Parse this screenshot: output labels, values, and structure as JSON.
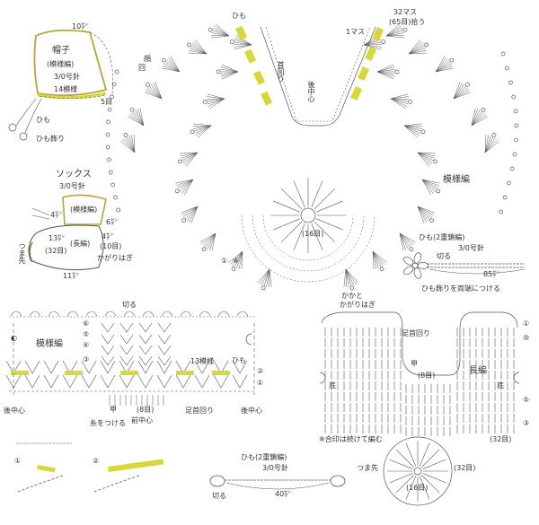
{
  "colors": {
    "line": "#555555",
    "accent": "#d8d83a",
    "bonnet_outline": "#b7a53a"
  },
  "bonnet": {
    "title": "帽子",
    "pattern": "(模様編)",
    "needle": "3/0号針",
    "repeats": "14模様",
    "top_measure": "10㌢",
    "side_measure": "5目",
    "string": "ひも",
    "string_ornament": "ひも飾り"
  },
  "socks": {
    "title": "ソックス",
    "needle": "3/0号針",
    "pattern": "(模様編)",
    "body": "(長編)",
    "length": "13㌢",
    "length_sts": "(32目)",
    "width": "4㌢",
    "width_sts": "(10目)",
    "seam": "かがりはぎ",
    "toe": "つま先",
    "bottom": "11㌢",
    "cuff_left": "4㌢",
    "cuff_right": "6㌢"
  },
  "bib": {
    "string": "ひも",
    "neckline": "首回り",
    "back_center": "後中心",
    "one_square": "1マス",
    "pickup": "32マス",
    "pickup_sts": "(65目)拾う",
    "pattern": "模様編",
    "center": "(16目)",
    "row1": "①",
    "row6": "⑥",
    "face": "顔",
    "face_circle": "回"
  },
  "flower_string": {
    "title": "ひも(2重鎖編)",
    "needle": "3/0号針",
    "cut": "切る",
    "length": "85㌢",
    "note": "ひも飾りを両端につける"
  },
  "cuff_chart": {
    "cut": "切る",
    "rows": [
      "⑥",
      "⑤",
      "④",
      "③"
    ],
    "pattern": "模様編",
    "repeats": "13模様",
    "string": "ひも",
    "row2": "②",
    "row1": "①",
    "back_center_left": "後中心",
    "back_center_right": "後中心",
    "instep": "甲",
    "instep_sts": "(8目)",
    "front_center": "前中心",
    "join": "糸をつける",
    "ankle": "足首回り",
    "half_circle": "◐"
  },
  "sole_chart": {
    "heel": "かかと",
    "seam": "かがりはぎ",
    "ankle": "足首回り",
    "instep": "甲",
    "instep_sts": "(8目)",
    "body": "長編",
    "sole_left": "底",
    "sole_right": "底",
    "row_labels": [
      "①",
      "⑩",
      "⑤",
      "③"
    ],
    "width_sts": "(32目)",
    "note": "※合印は続けて編む",
    "toe": "つま先",
    "toe_sts": "(32目)",
    "toe_center": "(16目)"
  },
  "steps": {
    "step1": "①",
    "step2": "②"
  },
  "bottom_string": {
    "title": "ひも(2重鎖編)",
    "needle": "3/0号針",
    "cut": "切る",
    "length": "40㌢"
  }
}
